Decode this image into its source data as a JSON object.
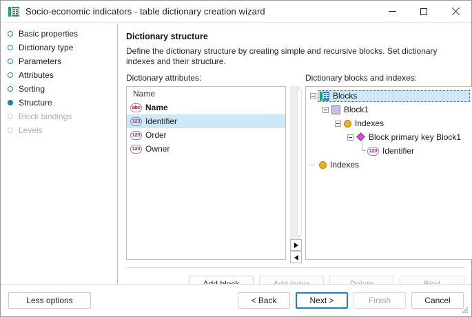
{
  "window": {
    "title": "Socio-economic indicators - table dictionary creation wizard",
    "app_icon": "table-dictionary-icon",
    "controls": {
      "minimize": "minimize-icon",
      "maximize": "maximize-icon",
      "close": "close-icon"
    }
  },
  "sidebar": {
    "items": [
      {
        "label": "Basic properties",
        "state": "done"
      },
      {
        "label": "Dictionary type",
        "state": "done"
      },
      {
        "label": "Parameters",
        "state": "done"
      },
      {
        "label": "Attributes",
        "state": "done"
      },
      {
        "label": "Sorting",
        "state": "done"
      },
      {
        "label": "Structure",
        "state": "active"
      },
      {
        "label": "Block bindings",
        "state": "disabled"
      },
      {
        "label": "Levels",
        "state": "disabled"
      }
    ]
  },
  "content": {
    "title": "Dictionary structure",
    "description": "Define the dictionary structure by creating simple and recursive blocks. Set dictionary indexes and their structure.",
    "attributes_panel": {
      "label": "Dictionary attributes:",
      "column_header": "Name",
      "rows": [
        {
          "label": "Name",
          "icon": "abc",
          "icon_text": "abc",
          "bold": true,
          "selected": false
        },
        {
          "label": "Identifier",
          "icon": "num",
          "icon_text": "123",
          "bold": false,
          "selected": true
        },
        {
          "label": "Order",
          "icon": "num",
          "icon_text": "123",
          "bold": false,
          "selected": false
        },
        {
          "label": "Owner",
          "icon": "num",
          "icon_text": "123",
          "bold": false,
          "selected": false
        }
      ]
    },
    "transfer": {
      "move_right": "move-right-arrow",
      "move_left": "move-left-arrow"
    },
    "blocks_panel": {
      "label": "Dictionary blocks and indexes:",
      "nodes": [
        {
          "label": "Blocks",
          "icon": "blocks",
          "depth": 0,
          "expander": "minus",
          "selected": true
        },
        {
          "label": "Block1",
          "icon": "block-square",
          "depth": 1,
          "expander": "minus",
          "selected": false
        },
        {
          "label": "Indexes",
          "icon": "circle",
          "depth": 2,
          "expander": "minus",
          "selected": false
        },
        {
          "label": "Block primary key Block1",
          "icon": "diamond",
          "depth": 3,
          "expander": "minus",
          "selected": false
        },
        {
          "label": "Identifier",
          "icon": "num",
          "icon_text": "123",
          "depth": 4,
          "expander": "leaf",
          "selected": false
        },
        {
          "label": "Indexes",
          "icon": "circle",
          "depth": 0,
          "expander": "dash",
          "selected": false
        }
      ]
    },
    "actions": [
      {
        "label": "Add block",
        "enabled": true
      },
      {
        "label": "Add index",
        "enabled": false
      },
      {
        "label": "Delete",
        "enabled": false
      },
      {
        "label": "Bind",
        "enabled": false
      }
    ]
  },
  "footer": {
    "less_options": "Less options",
    "back": "< Back",
    "next": "Next >",
    "finish": "Finish",
    "cancel": "Cancel"
  },
  "colors": {
    "accent": "#1f7ec4",
    "selection": "#cde8f6",
    "icon_green": "#21a366",
    "icon_blue": "#2b7cd3",
    "icon_orange": "#f2b01e",
    "icon_magenta": "#cf4fe0",
    "icon_purple_square": "#c2bfef",
    "abc_red": "#d01616",
    "num_magenta": "#9b1fa0"
  }
}
